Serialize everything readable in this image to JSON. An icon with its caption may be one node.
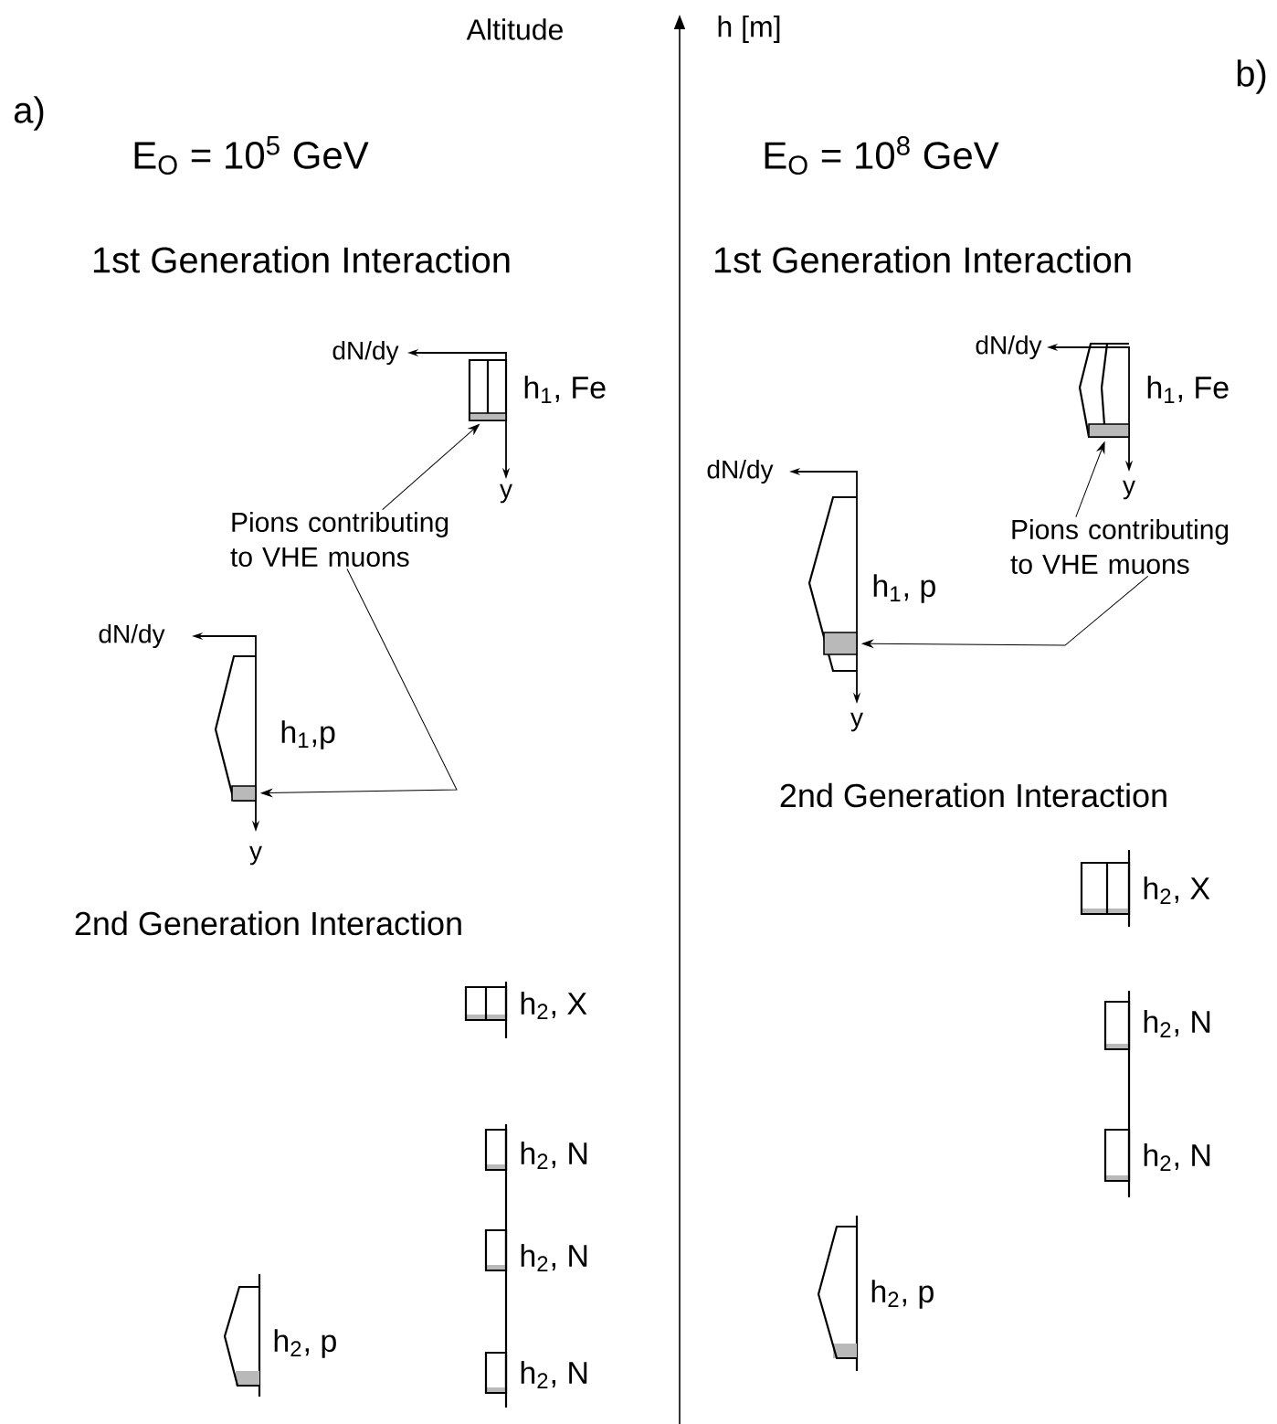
{
  "diagram": {
    "nodes": [
      {
        "text": [
          "Pions contributing to VHE muons"
        ]
      },
      {
        "text": [],
        "shape": "box"
      },
      {
        "text": [],
        "shape": "box"
      },
      {
        "text": [
          "Pions contributing to VHE muons"
        ]
      },
      {
        "text": [],
        "shape": "box"
      },
      {
        "text": [],
        "shape": "box"
      }
    ],
    "edges": [
      {
        "from": 0,
        "to": 1,
        "arrow": "to"
      },
      {
        "from": 0,
        "to": 2,
        "arrow": "to"
      },
      {
        "from": 3,
        "to": 4,
        "arrow": "to"
      },
      {
        "from": 3,
        "to": 5,
        "arrow": "to"
      }
    ],
    "labels": [
      "Altitude",
      "h [m]",
      "a)",
      "b)",
      "E$_{O}$ = 10$^{5}$ GeV",
      "E$_{O}$ = 10$^{8}$ GeV",
      "1st Generation Interaction",
      "1st Generation Interaction",
      "dN/dy",
      "dN/dy",
      "h$_{1}$, Fe",
      "h$_{1}$, Fe",
      "y",
      "y",
      "dN/dy",
      "dN/dy",
      "h$_{1}$,p",
      "h$_{1}$, p",
      "y",
      "2nd Generation Interaction",
      "y",
      "2nd Generation Interaction",
      "h$_{2}$, X",
      "h$_{2}$, X",
      "h$_{2}$, N",
      "h$_{2}$, N",
      "h$_{2}$, N",
      "h$_{2}$, N",
      "h$_{2}$, p",
      "h$_{2}$, p",
      "h$_{2}$, N"
    ]
  }
}
